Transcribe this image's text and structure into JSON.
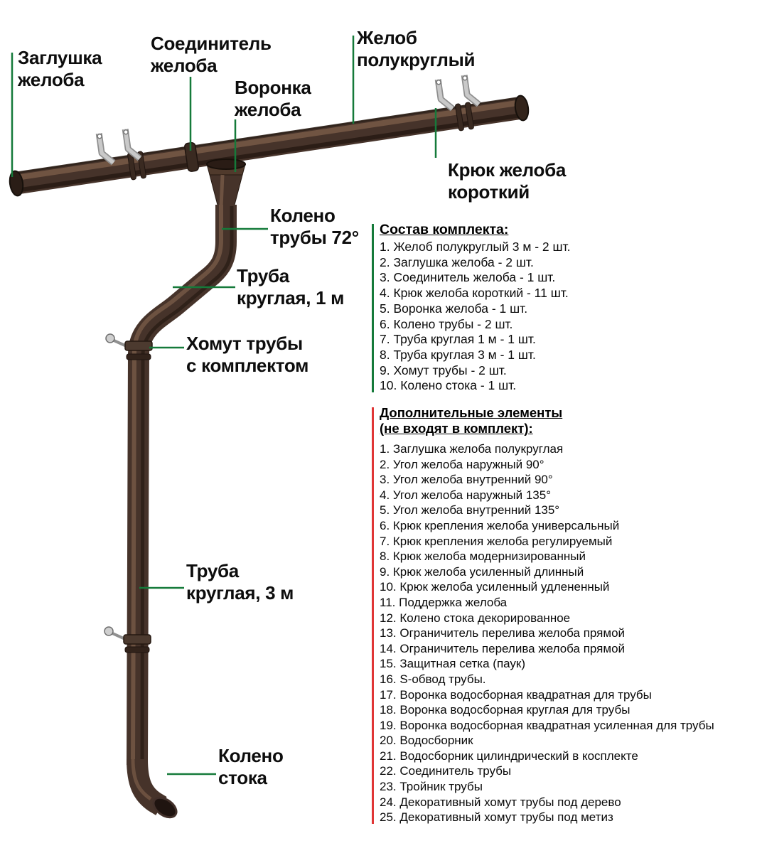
{
  "colors": {
    "leader_green": "#157a3a",
    "list_bar_green": "#157a3a",
    "list_bar_red": "#e03636",
    "pipe_brown": "#46332a",
    "background": "#ffffff"
  },
  "diagram": {
    "labels": {
      "end_cap": "Заглушка\nжелоба",
      "connector": "Соединитель\nжелоба",
      "funnel": "Воронка\nжелоба",
      "gutter": "Желоб\nполукруглый",
      "hook": "Крюк желоба\nкороткий",
      "elbow": "Колено\nтрубы 72°",
      "pipe_1m": "Труба\nкруглая, 1 м",
      "clamp": "Хомут трубы\nс комплектом",
      "pipe_3m": "Труба\nкруглая, 3 м",
      "drain": "Колено\nстока"
    }
  },
  "kit": {
    "title": "Состав комплекта:",
    "items": [
      "1. Желоб полукруглый 3 м - 2 шт.",
      "2. Заглушка желоба - 2 шт.",
      "3. Соединитель желоба - 1 шт.",
      "4. Крюк желоба короткий - 11 шт.",
      "5. Воронка желоба - 1 шт.",
      "6. Колено трубы - 2 шт.",
      "7. Труба круглая 1 м - 1 шт.",
      "8. Труба круглая 3 м - 1 шт.",
      "9. Хомут трубы - 2 шт.",
      "10. Колено стока - 1 шт."
    ]
  },
  "additional": {
    "title_line1": "Дополнительные элементы",
    "title_line2": "(не входят в комплект):",
    "items": [
      "1. Заглушка желоба полукруглая",
      "2. Угол желоба наружный 90°",
      "3. Угол желоба внутренний 90°",
      "4. Угол желоба наружный 135°",
      "5. Угол желоба внутренний 135°",
      "6. Крюк крепления желоба универсальный",
      "7. Крюк крепления желоба регулируемый",
      "8. Крюк желоба модернизированный",
      "9. Крюк желоба усиленный длинный",
      "10. Крюк желоба усиленный удлененный",
      "11. Поддержка желоба",
      "12. Колено стока декорированное",
      "13. Ограничитель перелива желоба прямой",
      "14. Ограничитель перелива желоба прямой",
      "15. Защитная сетка (паук)",
      "16. S-обвод трубы.",
      "17. Воронка водосборная квадратная для трубы",
      "18. Воронка водосборная круглая для трубы",
      "19. Воронка водосборная квадратная усиленная для трубы",
      "20. Водосборник",
      "21. Водосборник цилиндрический в косплекте",
      "22. Соединитель трубы",
      "23. Тройник трубы",
      "24. Декоративный хомут трубы под дерево",
      "25. Декоративный хомут трубы под метиз"
    ]
  }
}
